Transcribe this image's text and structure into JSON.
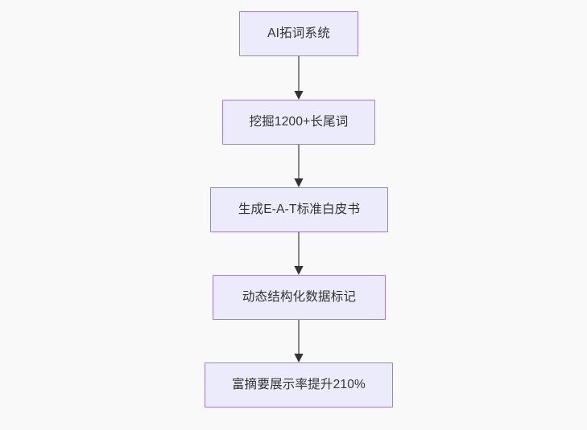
{
  "diagram": {
    "type": "flowchart",
    "direction": "top-to-bottom",
    "background_color": "#f9f9f9",
    "node_fill_color": "#ecebfb",
    "node_border_color": "#9d80dc",
    "node_text_color": "#333333",
    "edge_line_color": "#888888",
    "edge_arrow_color": "#333333",
    "nodes": [
      {
        "id": "n1",
        "label": "AI拓词系统"
      },
      {
        "id": "n2",
        "label": "挖掘1200+长尾词"
      },
      {
        "id": "n3",
        "label": "生成E-A-T标准白皮书"
      },
      {
        "id": "n4",
        "label": "动态结构化数据标记"
      },
      {
        "id": "n5",
        "label": "富摘要展示率提升210%"
      }
    ],
    "edges": [
      {
        "from": "n1",
        "to": "n2",
        "arrow": "arrow-down-icon"
      },
      {
        "from": "n2",
        "to": "n3",
        "arrow": "arrow-down-icon"
      },
      {
        "from": "n3",
        "to": "n4",
        "arrow": "arrow-down-icon"
      },
      {
        "from": "n4",
        "to": "n5",
        "arrow": "arrow-down-icon"
      }
    ]
  }
}
